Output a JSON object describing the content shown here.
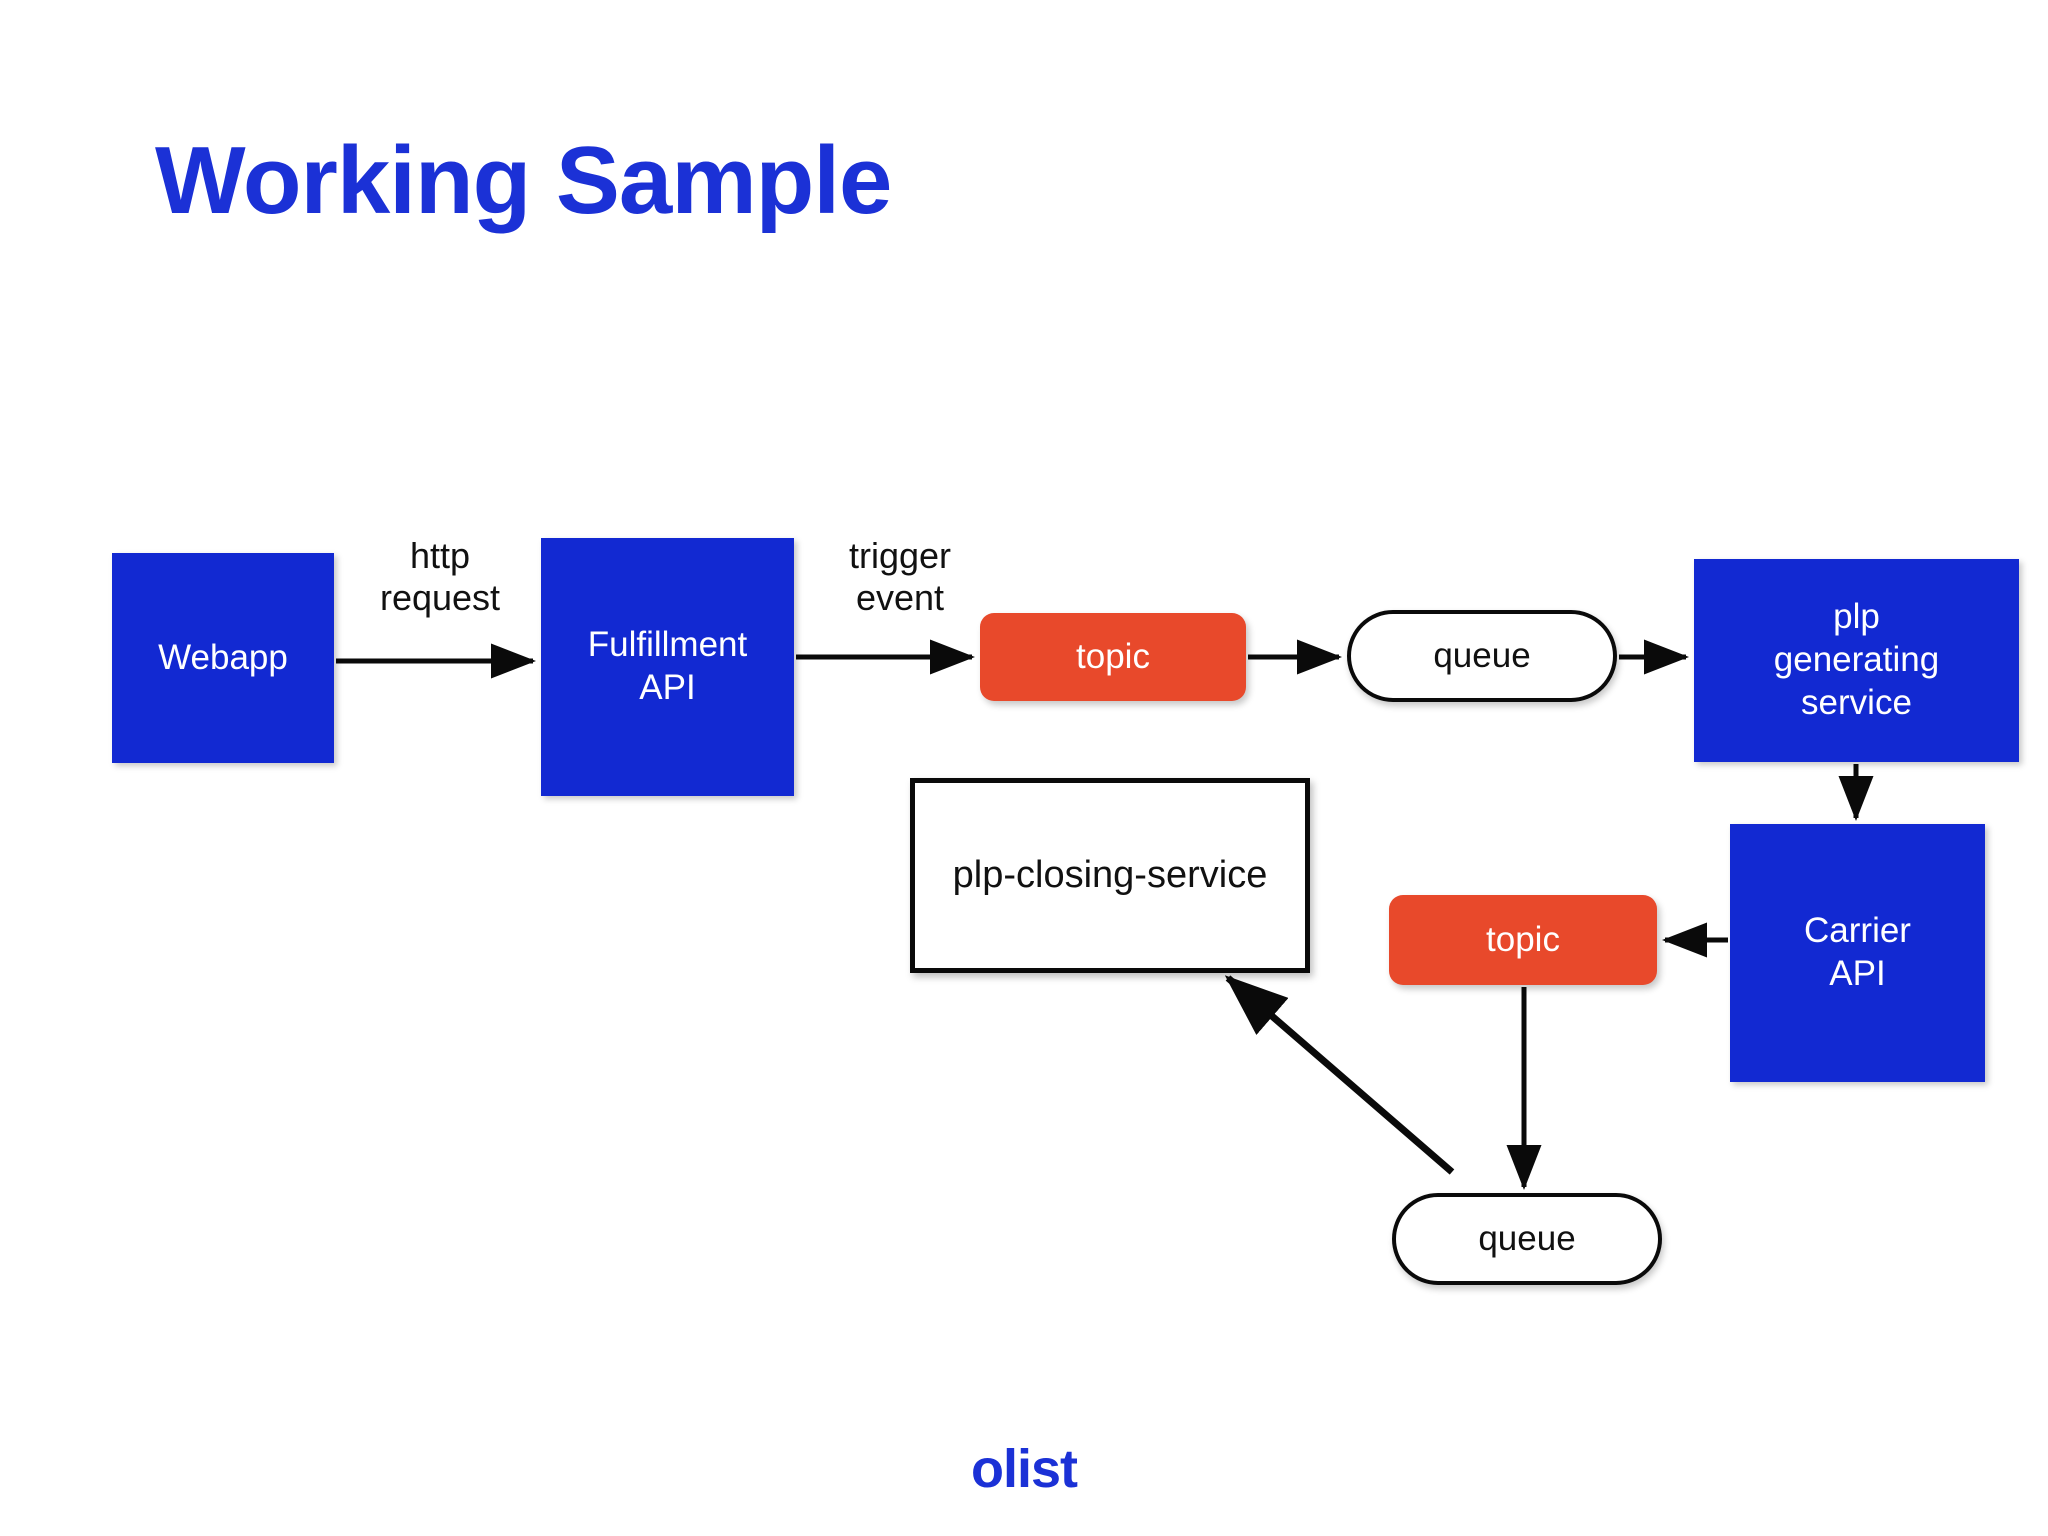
{
  "slide": {
    "title": "Working Sample",
    "brand": "olist",
    "background_color": "#ffffff",
    "title_color": "#1b31d6"
  },
  "palette": {
    "service_blue": "#1229d2",
    "topic_orange": "#e8492b",
    "queue_white": "#ffffff",
    "stroke_black": "#0a0a0a",
    "brand_blue": "#1b31d6"
  },
  "diagram": {
    "type": "flow",
    "nodes": [
      {
        "id": "webapp",
        "label": "Webapp",
        "shape": "rect",
        "style": "service"
      },
      {
        "id": "fulfillment",
        "label": "Fulfillment\nAPI",
        "shape": "rect",
        "style": "service"
      },
      {
        "id": "topic1",
        "label": "topic",
        "shape": "rounded",
        "style": "topic"
      },
      {
        "id": "queue1",
        "label": "queue",
        "shape": "pill",
        "style": "queue"
      },
      {
        "id": "plp_gen",
        "label": "plp\ngenerating\nservice",
        "shape": "rect",
        "style": "service"
      },
      {
        "id": "carrier",
        "label": "Carrier\nAPI",
        "shape": "rect",
        "style": "service"
      },
      {
        "id": "topic2",
        "label": "topic",
        "shape": "rounded",
        "style": "topic"
      },
      {
        "id": "plp_closing",
        "label": "plp-closing-service",
        "shape": "rect",
        "style": "plain"
      },
      {
        "id": "queue2",
        "label": "queue",
        "shape": "pill",
        "style": "queue"
      }
    ],
    "edges": [
      {
        "from": "webapp",
        "to": "fulfillment",
        "label": "http\nrequest",
        "arrow": true
      },
      {
        "from": "fulfillment",
        "to": "topic1",
        "label": "trigger\nevent",
        "arrow": true
      },
      {
        "from": "topic1",
        "to": "queue1",
        "label": "",
        "arrow": true
      },
      {
        "from": "queue1",
        "to": "plp_gen",
        "label": "",
        "arrow": true
      },
      {
        "from": "plp_gen",
        "to": "carrier",
        "label": "",
        "arrow": true
      },
      {
        "from": "carrier",
        "to": "topic2",
        "label": "",
        "arrow": true
      },
      {
        "from": "topic2",
        "to": "queue2",
        "label": "",
        "arrow": true
      },
      {
        "from": "queue2",
        "to": "plp_closing",
        "label": "",
        "arrow": true
      }
    ]
  }
}
